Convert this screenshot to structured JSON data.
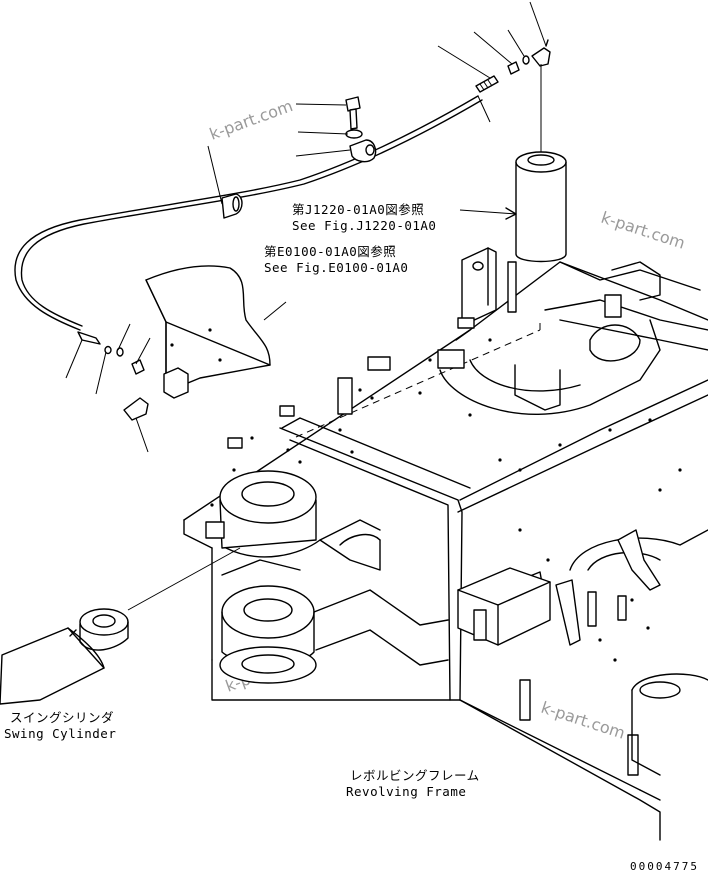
{
  "labels": {
    "ref_j_jp": "第J1220-01A0図参照",
    "ref_j_en": "See Fig.J1220-01A0",
    "ref_e_jp": "第E0100-01A0図参照",
    "ref_e_en": "See Fig.E0100-01A0",
    "swing_cyl_jp": "スイングシリンダ",
    "swing_cyl_en": "Swing Cylinder",
    "frame_jp": "レボルビングフレーム",
    "frame_en": "Revolving Frame"
  },
  "watermark": "k-part.com",
  "drawing_number": "00004775"
}
